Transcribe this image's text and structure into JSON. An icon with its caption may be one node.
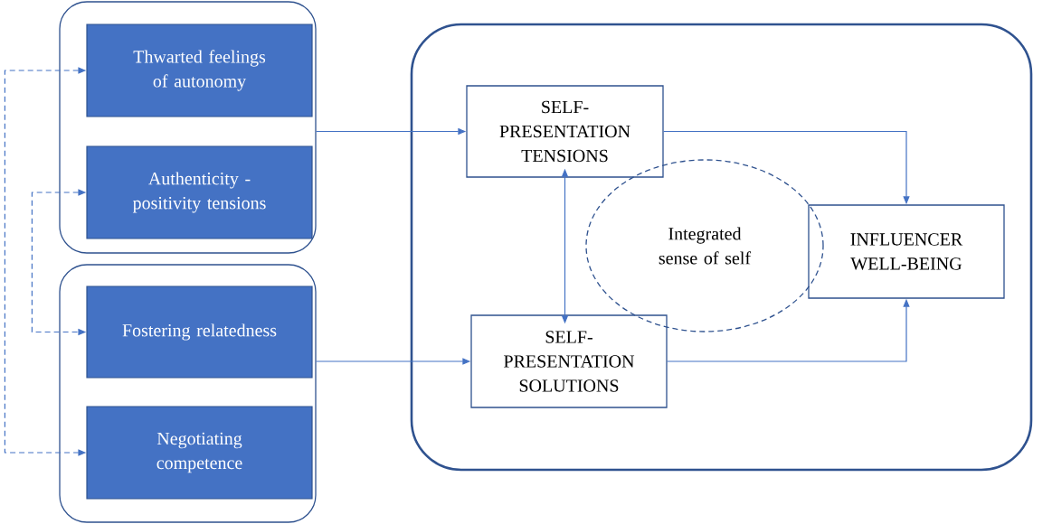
{
  "diagram": {
    "nodes": [
      {
        "text": [],
        "shape": "box"
      },
      {
        "text": [
          "Thwarted feelings of autonomy"
        ],
        "in": 0
      },
      {
        "text": [
          "Authenticity - positivity tensions"
        ],
        "in": 0
      },
      {
        "text": [],
        "shape": "box"
      },
      {
        "text": [
          "Fostering relatedness"
        ],
        "in": 3
      },
      {
        "text": [
          "Negotiating competence"
        ],
        "in": 3
      },
      {
        "text": [],
        "shape": "box"
      },
      {
        "text": [
          "SELF- PRESENTATION TENSIONS"
        ],
        "in": 6
      },
      {
        "text": [
          "SELF- PRESENTATION SOLUTIONS"
        ],
        "in": 6
      },
      {
        "text": [
          "Integrated sense of self"
        ],
        "in": 6
      },
      {
        "text": [
          "INFLUENCER WELL-BEING"
        ],
        "in": 6
      }
    ],
    "edges": [
      {
        "from": 0,
        "to": 7,
        "arrow": "to"
      },
      {
        "from": 3,
        "to": 8,
        "arrow": "to"
      },
      {
        "from": 7,
        "to": 10,
        "arrow": "to"
      },
      {
        "from": 8,
        "to": 10,
        "arrow": "to"
      },
      {
        "from": 7,
        "to": 8,
        "arrow": "both"
      },
      {
        "from": 1,
        "to": 5,
        "arrow": "both",
        "style": "dashed"
      },
      {
        "from": 2,
        "to": 4,
        "arrow": "both",
        "style": "dashed"
      }
    ]
  }
}
